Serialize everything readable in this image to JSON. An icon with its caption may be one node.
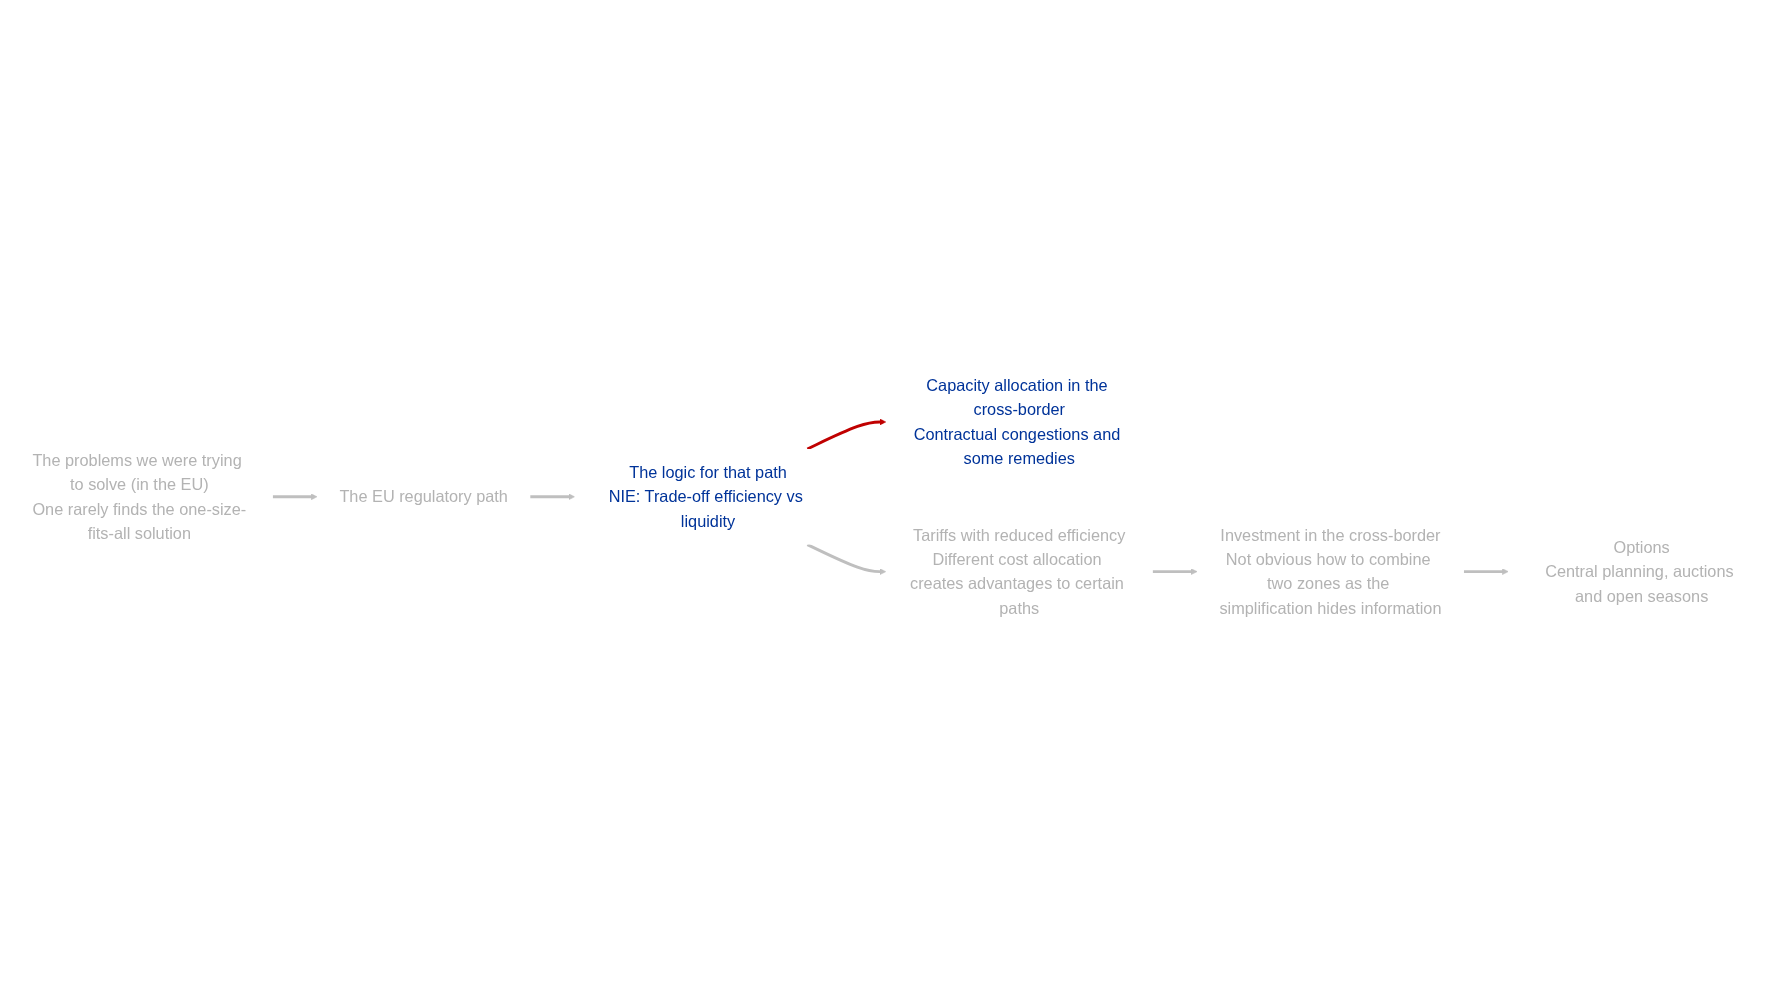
{
  "diagram": {
    "nodes": [
      {
        "text": [
          "The problems we were trying to solve (in the EU)",
          "One rarely finds the one-size-fits-all solution"
        ]
      },
      {
        "text": [
          "The EU regulatory path"
        ]
      },
      {
        "text": [
          "The logic for that path",
          "NIE: Trade-off efficiency vs liquidity"
        ]
      },
      {
        "text": [
          "Capacity allocation in the cross-border",
          "Contractual congestions and some remedies"
        ]
      },
      {
        "text": [
          "Tariffs with reduced efficiency",
          "Different cost allocation creates advantages to certain paths"
        ]
      },
      {
        "text": [
          "Investment in the cross-border",
          "Not obvious how to combine two zones as the simplification hides information"
        ]
      },
      {
        "text": [
          "Options",
          "Central planning, auctions and open seasons"
        ]
      }
    ],
    "edges": [
      {
        "from": 0,
        "to": 1,
        "arrow": "to"
      },
      {
        "from": 1,
        "to": 2,
        "arrow": "to"
      },
      {
        "from": 2,
        "to": 3,
        "arrow": "to",
        "color": "#c00000"
      },
      {
        "from": 2,
        "to": 4,
        "arrow": "to"
      },
      {
        "from": 4,
        "to": 5,
        "arrow": "to"
      },
      {
        "from": 5,
        "to": 6,
        "arrow": "to"
      }
    ]
  }
}
